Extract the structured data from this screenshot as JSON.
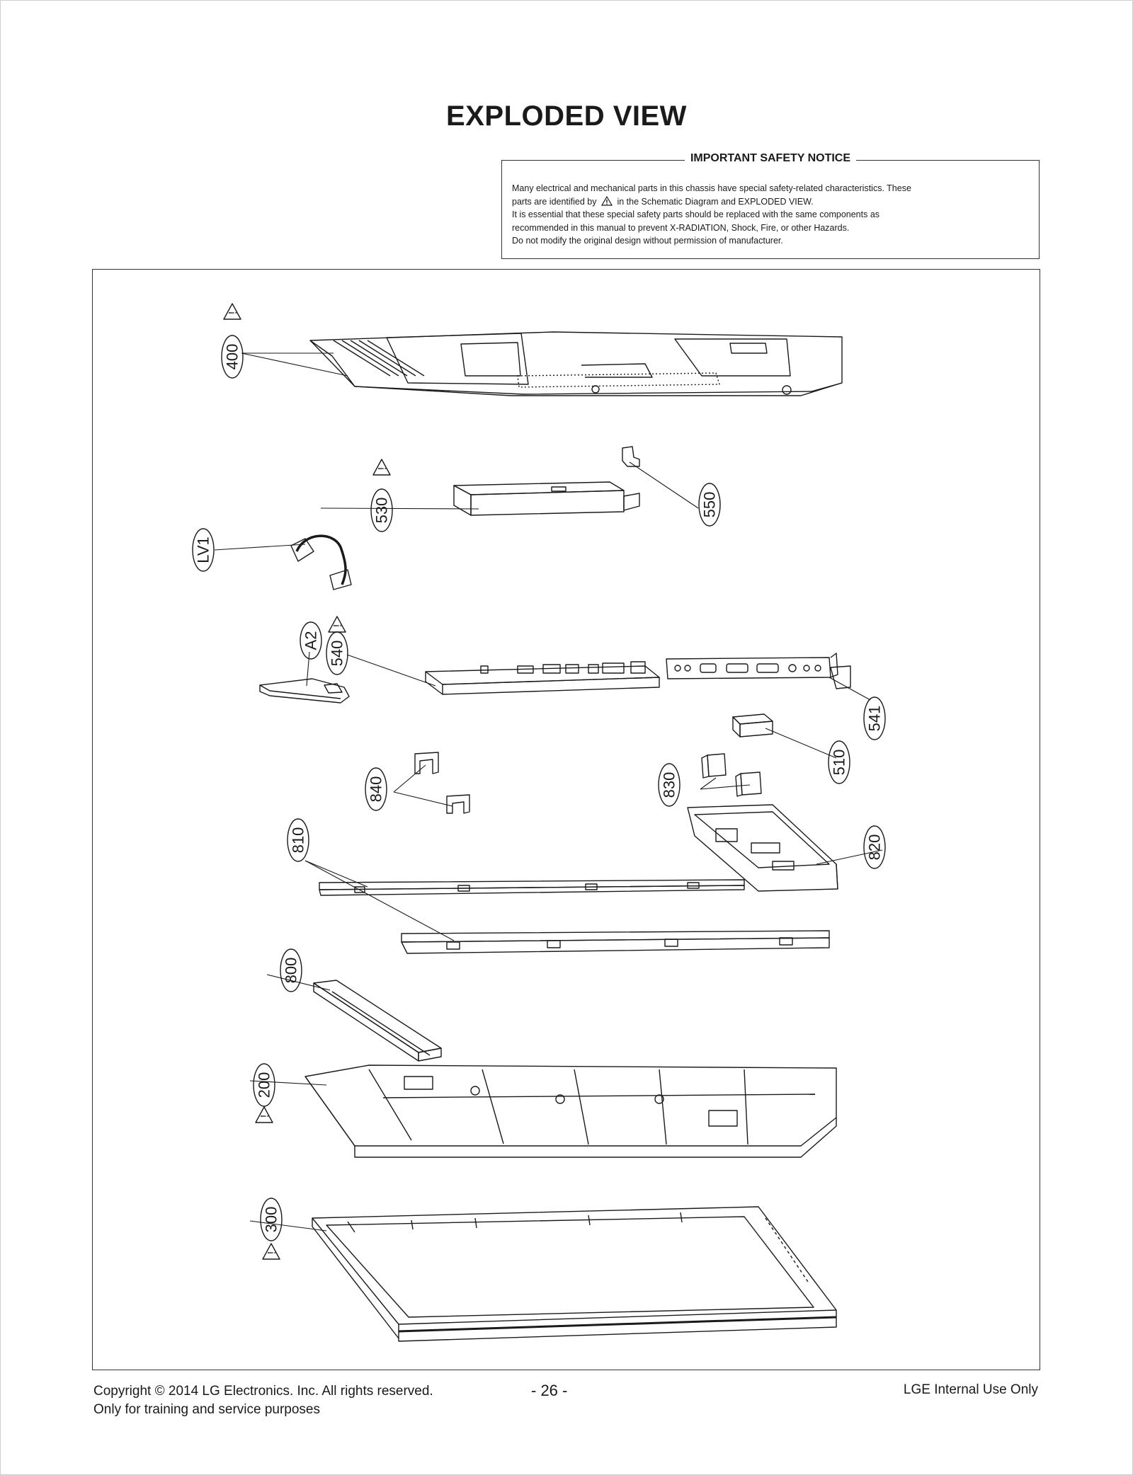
{
  "page": {
    "title": "EXPLODED VIEW"
  },
  "notice": {
    "heading": "IMPORTANT SAFETY NOTICE",
    "line1": "Many electrical and mechanical parts in this chassis have special safety-related characteristics. These",
    "line2_before": "parts are identified by",
    "line2_icon": "warning-triangle-icon",
    "line2_after": "in the Schematic Diagram and EXPLODED VIEW.",
    "line3": "It is essential that these special safety parts should be replaced with the same components as",
    "line4": "recommended in this manual to prevent X-RADIATION, Shock, Fire, or other Hazards.",
    "line5": "Do not modify the original design without permission of manufacturer."
  },
  "parts": [
    {
      "label": "400",
      "safety": true
    },
    {
      "label": "530",
      "safety": true
    },
    {
      "label": "550",
      "safety": false
    },
    {
      "label": "LV1",
      "safety": false
    },
    {
      "label": "A2",
      "safety": false
    },
    {
      "label": "540",
      "safety": true
    },
    {
      "label": "541",
      "safety": false
    },
    {
      "label": "510",
      "safety": false
    },
    {
      "label": "840",
      "safety": false
    },
    {
      "label": "830",
      "safety": false
    },
    {
      "label": "810",
      "safety": false
    },
    {
      "label": "820",
      "safety": false
    },
    {
      "label": "800",
      "safety": false
    },
    {
      "label": "200",
      "safety": true
    },
    {
      "label": "300",
      "safety": true
    }
  ],
  "footer": {
    "copyright": "Copyright  © 2014  LG Electronics. Inc. All rights reserved.",
    "purpose": "Only for training and service purposes",
    "page_number": "- 26 -",
    "usage": "LGE Internal Use Only"
  },
  "colors": {
    "line": "#1a1a1a",
    "border": "#333333"
  }
}
